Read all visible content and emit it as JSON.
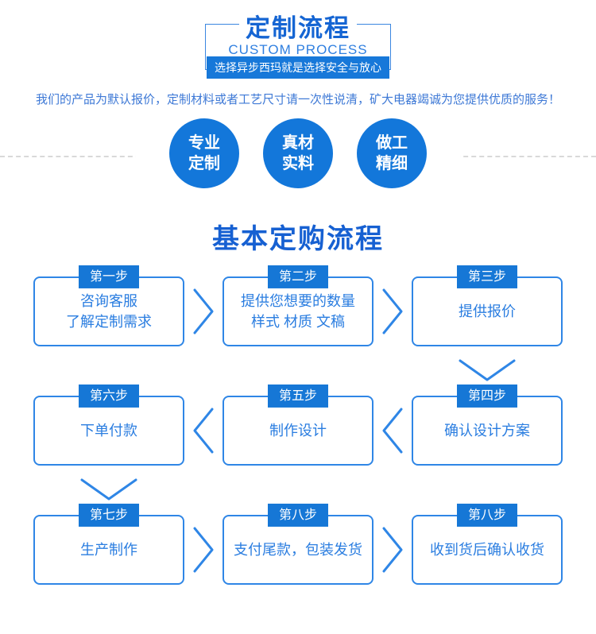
{
  "colors": {
    "title_blue": "#1565d3",
    "accent_blue": "#1677d6",
    "border_blue": "#2f86e6",
    "text_blue": "#2a7de0",
    "circle_blue": "#1377da",
    "dashed_gray": "#d9d9d9"
  },
  "header": {
    "title": "定制流程",
    "subtitle": "CUSTOM PROCESS",
    "tagline": "选择异步西玛就是选择安全与放心"
  },
  "notice": "我们的产品为默认报价，定制材料或者工艺尺寸请一次性说清，矿大电器竭诚为您提供优质的服务！",
  "features": [
    {
      "line1": "专业",
      "line2": "定制"
    },
    {
      "line1": "真材",
      "line2": "实料"
    },
    {
      "line1": "做工",
      "line2": "精细"
    }
  ],
  "section_title": "基本定购流程",
  "steps": [
    {
      "badge": "第一步",
      "line1": "咨询客服",
      "line2": "了解定制需求"
    },
    {
      "badge": "第二步",
      "line1": "提供您想要的数量",
      "line2": "样式 材质 文稿"
    },
    {
      "badge": "第三步",
      "line1": "提供报价"
    },
    {
      "badge": "第四步",
      "line1": "确认设计方案"
    },
    {
      "badge": "第五步",
      "line1": "制作设计"
    },
    {
      "badge": "第六步",
      "line1": "下单付款"
    },
    {
      "badge": "第七步",
      "line1": "生产制作"
    },
    {
      "badge": "第八步",
      "line1": "支付尾款，包装发货"
    },
    {
      "badge": "第八步",
      "line1": "收到货后确认收货"
    }
  ]
}
